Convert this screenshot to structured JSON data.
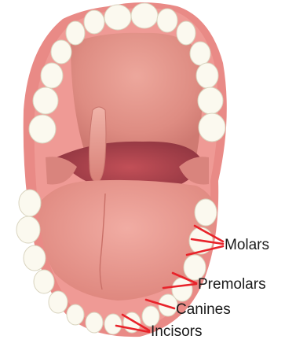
{
  "labels": {
    "molars": "Molars",
    "premolars": "Premolars",
    "canines": "Canines",
    "incisors": "Incisors"
  },
  "colors": {
    "pointer": "#e8232a",
    "lips": "#e98a86",
    "gums": "#ef9a95",
    "palate": "#df8f86",
    "throat": "#a8454a",
    "tongue": "#e9978f",
    "teeth": "#fbf9ef",
    "text": "#1a1a1a"
  }
}
